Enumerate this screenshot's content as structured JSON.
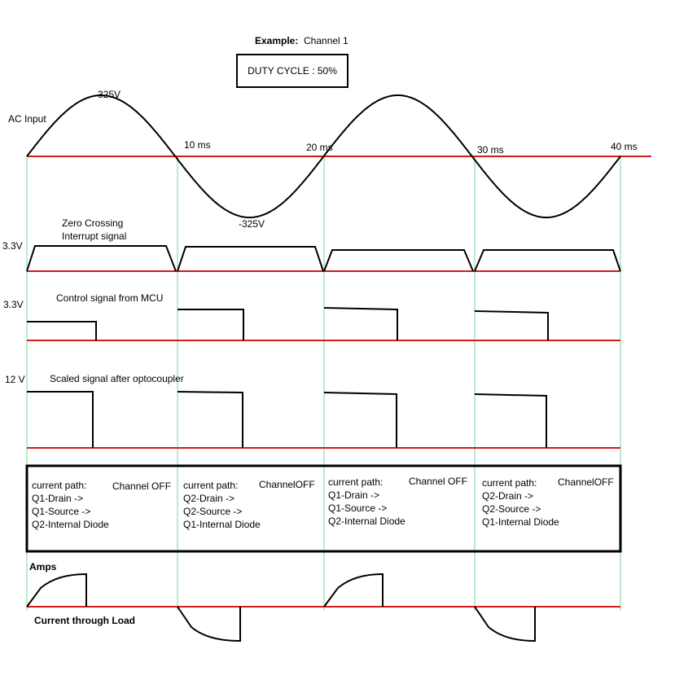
{
  "header": {
    "example_label": "Example:",
    "channel": "Channel 1",
    "duty_cycle": "DUTY CYCLE : 50%"
  },
  "ac_input": {
    "label": "AC Input",
    "peak": "325V",
    "trough": "-325V",
    "times": [
      "10 ms",
      "20 ms",
      "30 ms",
      "40 ms"
    ]
  },
  "zero_crossing": {
    "level": "3.3V",
    "label_line1": "Zero Crossing",
    "label_line2": "Interrupt signal"
  },
  "control_signal": {
    "level": "3.3V",
    "label": "Control signal from MCU"
  },
  "scaled_signal": {
    "level": "12 V",
    "label": "Scaled signal after optocoupler"
  },
  "current_path": {
    "cells": [
      {
        "title": "current path:",
        "state": "Channel OFF",
        "lines": [
          "Q1-Drain ->",
          "Q1-Source ->",
          "Q2-Internal Diode"
        ]
      },
      {
        "title": "current path:",
        "state": "ChannelOFF",
        "lines": [
          "Q2-Drain ->",
          "Q2-Source ->",
          "Q1-Internal Diode"
        ]
      },
      {
        "title": "current path:",
        "state": "Channel OFF",
        "lines": [
          "Q1-Drain ->",
          "Q1-Source ->",
          "Q2-Internal Diode"
        ]
      },
      {
        "title": "current path:",
        "state": "ChannelOFF",
        "lines": [
          "Q2-Drain ->",
          "Q2-Source ->",
          "Q1-Internal Diode"
        ]
      }
    ]
  },
  "load_current": {
    "amps_label": "Amps",
    "title": "Current through Load"
  },
  "colors": {
    "baseline": "#d11b1b",
    "divider": "#7fd3a0",
    "signal": "#000000"
  }
}
